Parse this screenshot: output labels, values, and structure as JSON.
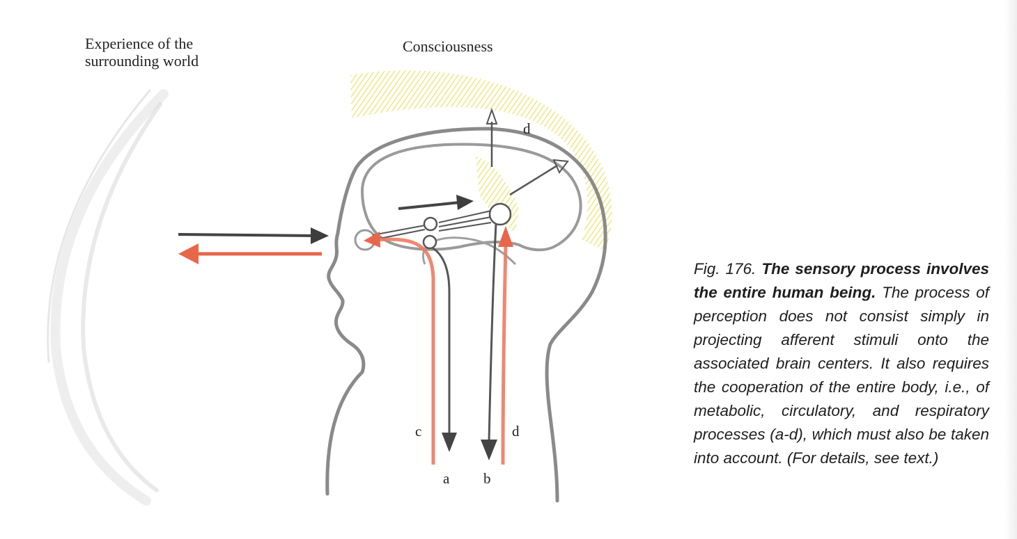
{
  "labels": {
    "world": "Experience of the surrounding world",
    "consciousness": "Consciousness"
  },
  "letters": {
    "d_top": "d",
    "c": "c",
    "d_bottom": "d",
    "a": "a",
    "b": "b"
  },
  "caption": {
    "fig": "Fig. 176.",
    "title": "The sensory process involves the entire human being.",
    "body": "The process of perception does not consist simply in projecting afferent stimuli onto the associated brain centers. It also requires the cooperation of the entire body, i.e., of metabolic, circulatory, and respiratory processes (a-d), which must also be taken into account. (For details, see text.)"
  },
  "colors": {
    "red_arrow": "#e8674a",
    "dark_arrow": "#444444",
    "outline": "#8a8a8a",
    "consciousness_yellow": "#f2ea7a"
  }
}
